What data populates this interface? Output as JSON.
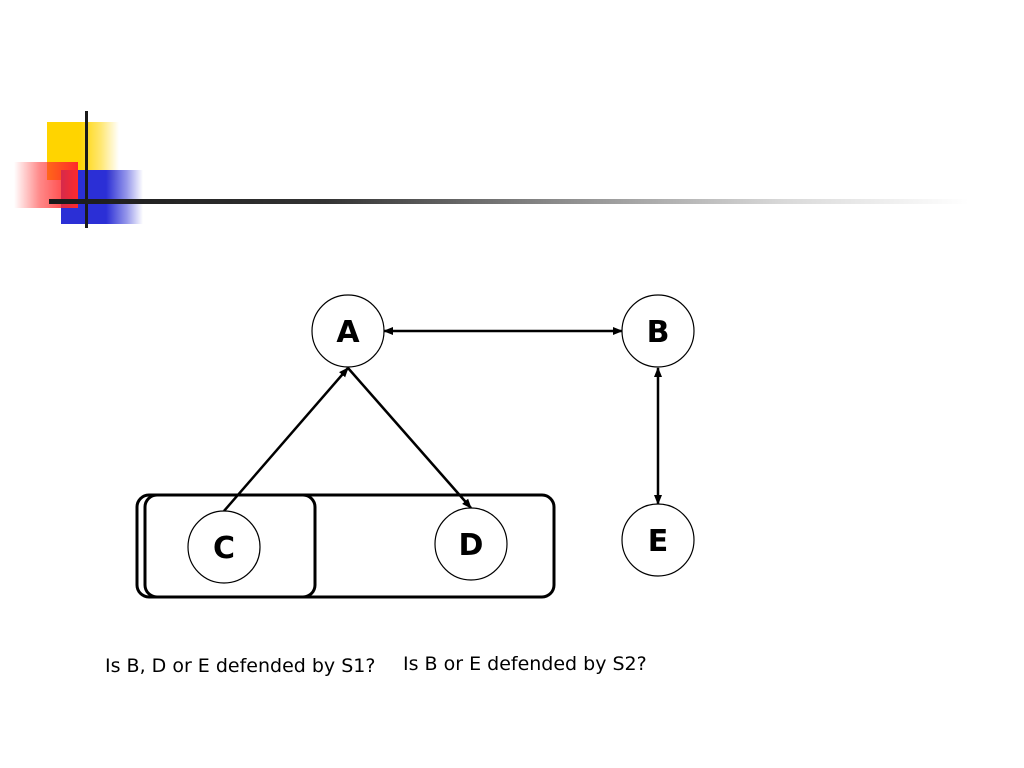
{
  "diagram": {
    "nodes": [
      {
        "id": "A",
        "label": "A"
      },
      {
        "id": "B",
        "label": "B"
      },
      {
        "id": "C",
        "label": "C"
      },
      {
        "id": "D",
        "label": "D"
      },
      {
        "id": "E",
        "label": "E"
      }
    ],
    "edges": [
      {
        "from": "A",
        "to": "B",
        "bidirectional": true
      },
      {
        "from": "B",
        "to": "E",
        "bidirectional": true
      },
      {
        "from": "C",
        "to": "A",
        "bidirectional": false
      },
      {
        "from": "A",
        "to": "D",
        "bidirectional": false
      }
    ],
    "sets": [
      {
        "members": [
          "C"
        ]
      },
      {
        "members": [
          "C",
          "D"
        ]
      }
    ]
  },
  "questions": {
    "s1": "Is B, D or E defended by S1?",
    "s2": "Is B or E defended by S2?"
  },
  "colors": {
    "accent_yellow": "#ffd400",
    "accent_blue": "#2b2fd6",
    "accent_red": "#ff2a2a",
    "stroke": "#000000"
  }
}
